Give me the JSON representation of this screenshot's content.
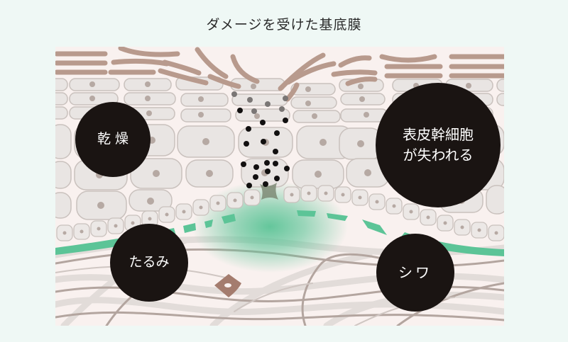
{
  "title": "ダメージを受けた基底膜",
  "colors": {
    "background": "#eff8f5",
    "panel": "#f9f1ef",
    "corneum": "#b89a8d",
    "cell_fill": "#e9e5e3",
    "cell_stroke": "#c9c1bd",
    "nucleus": "#b6a9a3",
    "membrane": "#5cc497",
    "fiber": "#cfc6c2",
    "fiber_dark": "#b3a59f",
    "fibroblast": "#a47c6e",
    "badge": "#1a1412",
    "badge_text": "#ffffff"
  },
  "badges": [
    {
      "id": "dryness",
      "lines": [
        "乾 燥"
      ]
    },
    {
      "id": "stem-cells-lost",
      "lines": [
        "表皮幹細胞",
        "が失われる"
      ]
    },
    {
      "id": "sagging",
      "lines": [
        "たるみ"
      ]
    },
    {
      "id": "wrinkles",
      "lines": [
        "シワ"
      ]
    }
  ],
  "layers": [
    "stratum-corneum",
    "epidermal-cells",
    "basal-cells",
    "basement-membrane",
    "dermis-fibers"
  ]
}
